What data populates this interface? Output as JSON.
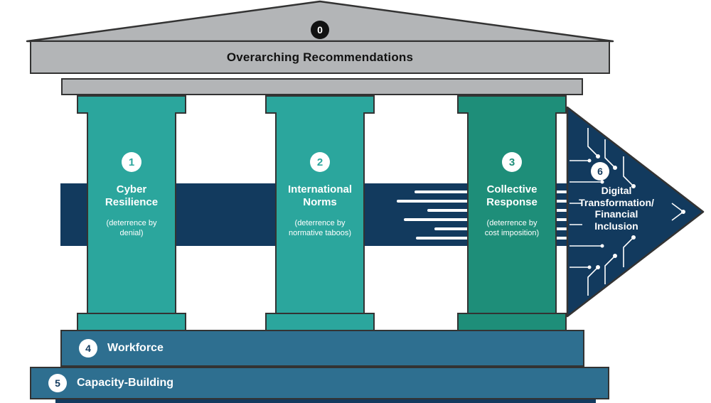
{
  "pediment": {
    "number": "0",
    "label": "Overarching Recommendations"
  },
  "pillars": [
    {
      "number": "1",
      "title": "Cyber Resilience",
      "subtitle": "(deterrence by denial)"
    },
    {
      "number": "2",
      "title": "International Norms",
      "subtitle": "(deterrence by normative taboos)"
    },
    {
      "number": "3",
      "title": "Collective Response",
      "subtitle": "(deterrence by cost imposition)"
    }
  ],
  "arrow": {
    "number": "6",
    "label": "Digital Transformation/ Financial Inclusion"
  },
  "steps": [
    {
      "number": "4",
      "label": "Workforce"
    },
    {
      "number": "5",
      "label": "Capacity-Building"
    }
  ],
  "colors": {
    "teal": "#2BA69D",
    "dark_teal": "#1E8E79",
    "navy": "#123A5E",
    "steel_blue": "#2E6F90",
    "gray": "#B3B5B7",
    "outline": "#333333"
  }
}
